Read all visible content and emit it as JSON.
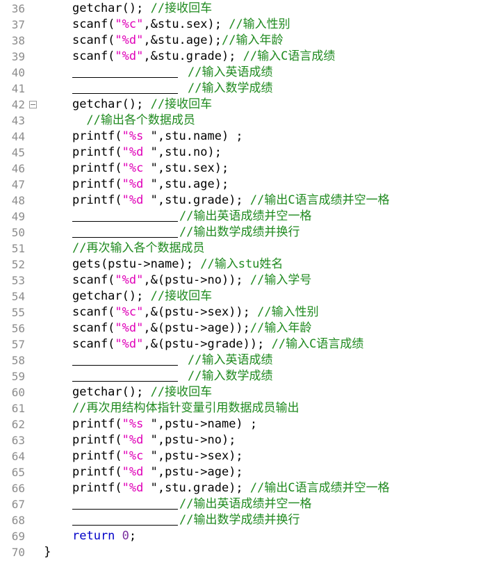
{
  "editor": {
    "lines": [
      {
        "n": "36",
        "indent": 4,
        "parts": [
          {
            "t": "getchar(); "
          },
          {
            "t": "//接收回车",
            "c": "cm"
          }
        ]
      },
      {
        "n": "37",
        "indent": 4,
        "parts": [
          {
            "t": "scanf("
          },
          {
            "t": "\"%c\"",
            "c": "str"
          },
          {
            "t": ",&stu.sex); "
          },
          {
            "t": "//输入性别",
            "c": "cm"
          }
        ]
      },
      {
        "n": "38",
        "indent": 4,
        "parts": [
          {
            "t": "scanf("
          },
          {
            "t": "\"%d\"",
            "c": "str"
          },
          {
            "t": ",&stu.age);"
          },
          {
            "t": "//输入年龄",
            "c": "cm"
          }
        ]
      },
      {
        "n": "39",
        "indent": 4,
        "parts": [
          {
            "t": "scanf("
          },
          {
            "t": "\"%d\"",
            "c": "str"
          },
          {
            "t": ",&stu.grade); "
          },
          {
            "t": "//输入C语言成绩",
            "c": "cm"
          }
        ]
      },
      {
        "n": "40",
        "indent": 4,
        "parts": [
          {
            "blank": 1
          },
          {
            "t": "//输入英语成绩",
            "c": "cm"
          }
        ]
      },
      {
        "n": "41",
        "indent": 4,
        "parts": [
          {
            "blank": 1
          },
          {
            "t": "//输入数学成绩",
            "c": "cm"
          }
        ]
      },
      {
        "n": "42",
        "indent": 4,
        "fold": true,
        "parts": [
          {
            "t": "getchar(); "
          },
          {
            "t": "//接收回车",
            "c": "cm"
          }
        ]
      },
      {
        "n": "43",
        "indent": 6,
        "parts": [
          {
            "t": "//输出各个数据成员",
            "c": "cm"
          }
        ]
      },
      {
        "n": "44",
        "indent": 4,
        "parts": [
          {
            "t": "printf("
          },
          {
            "t": "\"%s ",
            "c": "str"
          },
          {
            "t": "\",stu.name) ;"
          }
        ]
      },
      {
        "n": "45",
        "indent": 4,
        "parts": [
          {
            "t": "printf("
          },
          {
            "t": "\"%d ",
            "c": "str"
          },
          {
            "t": "\",stu.no);"
          }
        ]
      },
      {
        "n": "46",
        "indent": 4,
        "parts": [
          {
            "t": "printf("
          },
          {
            "t": "\"%c ",
            "c": "str"
          },
          {
            "t": "\",stu.sex);"
          }
        ]
      },
      {
        "n": "47",
        "indent": 4,
        "parts": [
          {
            "t": "printf("
          },
          {
            "t": "\"%d ",
            "c": "str"
          },
          {
            "t": "\",stu.age);"
          }
        ]
      },
      {
        "n": "48",
        "indent": 4,
        "parts": [
          {
            "t": "printf("
          },
          {
            "t": "\"%d ",
            "c": "str"
          },
          {
            "t": "\",stu.grade); "
          },
          {
            "t": "//输出C语言成绩并空一格",
            "c": "cm"
          }
        ]
      },
      {
        "n": "49",
        "indent": 4,
        "parts": [
          {
            "blank": 2
          },
          {
            "t": "//输出英语成绩并空一格",
            "c": "cm"
          }
        ]
      },
      {
        "n": "50",
        "indent": 4,
        "parts": [
          {
            "blank": 2
          },
          {
            "t": "//输出数学成绩并换行",
            "c": "cm"
          }
        ]
      },
      {
        "n": "51",
        "indent": 4,
        "parts": [
          {
            "t": "//再次输入各个数据成员",
            "c": "cm"
          }
        ]
      },
      {
        "n": "52",
        "indent": 4,
        "parts": [
          {
            "t": "gets(pstu->name); "
          },
          {
            "t": "//输入stu姓名",
            "c": "cm"
          }
        ]
      },
      {
        "n": "53",
        "indent": 4,
        "parts": [
          {
            "t": "scanf("
          },
          {
            "t": "\"%d\"",
            "c": "str"
          },
          {
            "t": ",&(pstu->no)); "
          },
          {
            "t": "//输入学号",
            "c": "cm"
          }
        ]
      },
      {
        "n": "54",
        "indent": 4,
        "parts": [
          {
            "t": "getchar(); "
          },
          {
            "t": "//接收回车",
            "c": "cm"
          }
        ]
      },
      {
        "n": "55",
        "indent": 4,
        "parts": [
          {
            "t": "scanf("
          },
          {
            "t": "\"%c\"",
            "c": "str"
          },
          {
            "t": ",&(pstu->sex)); "
          },
          {
            "t": "//输入性别",
            "c": "cm"
          }
        ]
      },
      {
        "n": "56",
        "indent": 4,
        "parts": [
          {
            "t": "scanf("
          },
          {
            "t": "\"%d\"",
            "c": "str"
          },
          {
            "t": ",&(pstu->age));"
          },
          {
            "t": "//输入年龄",
            "c": "cm"
          }
        ]
      },
      {
        "n": "57",
        "indent": 4,
        "parts": [
          {
            "t": "scanf("
          },
          {
            "t": "\"%d\"",
            "c": "str"
          },
          {
            "t": ",&(pstu->grade)); "
          },
          {
            "t": "//输入C语言成绩",
            "c": "cm"
          }
        ]
      },
      {
        "n": "58",
        "indent": 4,
        "parts": [
          {
            "blank": 1
          },
          {
            "t": "//输入英语成绩",
            "c": "cm"
          }
        ]
      },
      {
        "n": "59",
        "indent": 4,
        "parts": [
          {
            "blank": 1
          },
          {
            "t": "//输入数学成绩",
            "c": "cm"
          }
        ]
      },
      {
        "n": "60",
        "indent": 4,
        "parts": [
          {
            "t": "getchar(); "
          },
          {
            "t": "//接收回车",
            "c": "cm"
          }
        ]
      },
      {
        "n": "61",
        "indent": 4,
        "parts": [
          {
            "t": "//再次用结构体指针变量引用数据成员输出",
            "c": "cm"
          }
        ]
      },
      {
        "n": "62",
        "indent": 4,
        "parts": [
          {
            "t": "printf("
          },
          {
            "t": "\"%s ",
            "c": "str"
          },
          {
            "t": "\",pstu->name) ;"
          }
        ]
      },
      {
        "n": "63",
        "indent": 4,
        "parts": [
          {
            "t": "printf("
          },
          {
            "t": "\"%d ",
            "c": "str"
          },
          {
            "t": "\",pstu->no);"
          }
        ]
      },
      {
        "n": "64",
        "indent": 4,
        "parts": [
          {
            "t": "printf("
          },
          {
            "t": "\"%c ",
            "c": "str"
          },
          {
            "t": "\",pstu->sex);"
          }
        ]
      },
      {
        "n": "65",
        "indent": 4,
        "parts": [
          {
            "t": "printf("
          },
          {
            "t": "\"%d ",
            "c": "str"
          },
          {
            "t": "\",pstu->age);"
          }
        ]
      },
      {
        "n": "66",
        "indent": 4,
        "parts": [
          {
            "t": "printf("
          },
          {
            "t": "\"%d ",
            "c": "str"
          },
          {
            "t": "\",stu.grade); "
          },
          {
            "t": "//输出C语言成绩并空一格",
            "c": "cm"
          }
        ]
      },
      {
        "n": "67",
        "indent": 4,
        "parts": [
          {
            "blank": 2
          },
          {
            "t": "//输出英语成绩并空一格",
            "c": "cm"
          }
        ]
      },
      {
        "n": "68",
        "indent": 4,
        "parts": [
          {
            "blank": 2
          },
          {
            "t": "//输出数学成绩并换行",
            "c": "cm"
          }
        ]
      },
      {
        "n": "69",
        "indent": 4,
        "parts": [
          {
            "t": "return",
            "c": "kw"
          },
          {
            "t": " "
          },
          {
            "t": "0",
            "c": "num"
          },
          {
            "t": ";"
          }
        ]
      },
      {
        "n": "70",
        "indent": 0,
        "parts": [
          {
            "t": "}"
          }
        ]
      }
    ]
  }
}
